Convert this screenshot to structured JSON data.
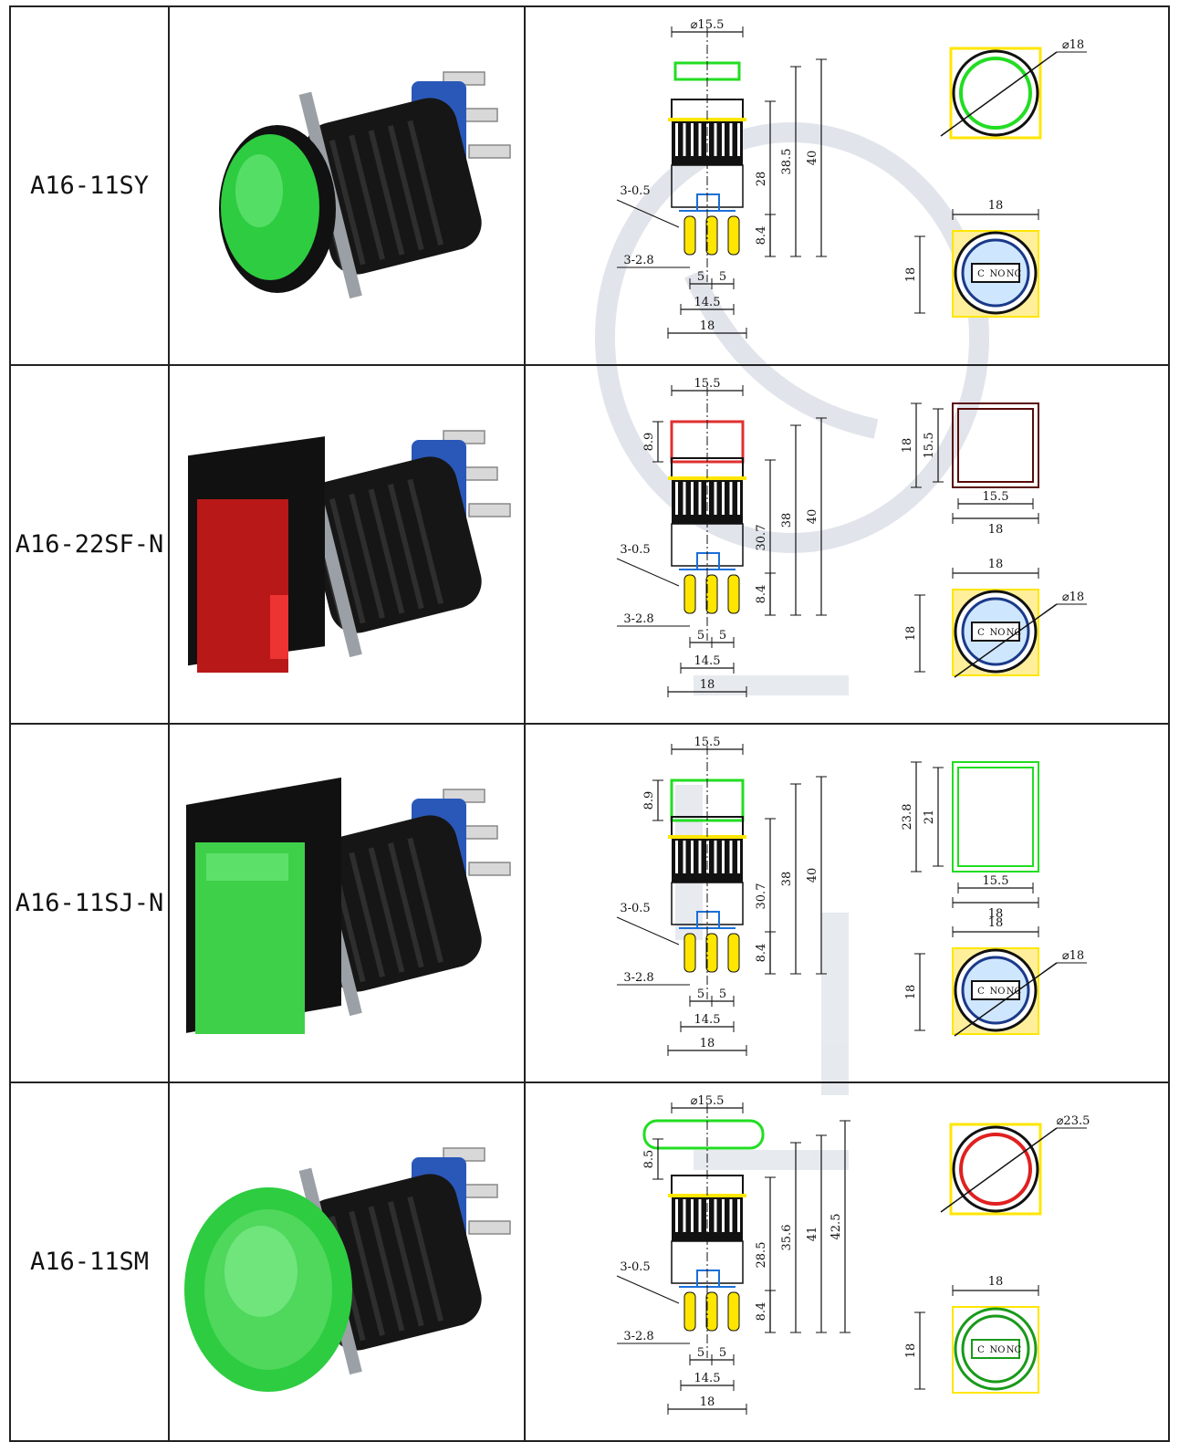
{
  "rows": [
    {
      "model": "A16-11SY",
      "photo": {
        "cap_shape": "round",
        "cap_color": "#2ecc40"
      },
      "drawing": {
        "cap_shape": "round",
        "cap_color": "#22dd22",
        "dims": {
          "top_width": "⌀15.5",
          "d1": "28",
          "d2": "38.5",
          "d3": "40",
          "pin_len": "8.4",
          "pin_label": "3-0.5",
          "pin_w": "3-2.8",
          "pitch_a": "5",
          "pitch_b": "5",
          "span": "14.5",
          "width": "18"
        },
        "top_view": {
          "diameter": "⌀18",
          "ring_color": "#22dd22"
        },
        "bottom_view": {
          "w": "18",
          "h": "18"
        },
        "markings": {
          "c": "C",
          "no": "NO",
          "nc": "NC"
        }
      }
    },
    {
      "model": "A16-22SF-N",
      "photo": {
        "cap_shape": "square",
        "cap_color": "#b81818"
      },
      "drawing": {
        "cap_shape": "square",
        "cap_color": "#e03030",
        "dims": {
          "top_width": "15.5",
          "cap_h": "8.9",
          "d1": "30.7",
          "d2": "38",
          "d3": "40",
          "pin_len": "8.4",
          "pin_label": "3-0.5",
          "pin_w": "3-2.8",
          "pitch_a": "5",
          "pitch_b": "5",
          "span": "14.5",
          "width": "18"
        },
        "top_view": {
          "outer_h": "18",
          "inner_h": "15.5",
          "inner_w": "15.5",
          "outer_w": "18",
          "color": "#5a0a0a"
        },
        "bottom_view": {
          "w": "18",
          "h": "18",
          "diameter": "⌀18"
        },
        "markings": {
          "c": "C",
          "no": "NO",
          "nc": "NC"
        }
      }
    },
    {
      "model": "A16-11SJ-N",
      "photo": {
        "cap_shape": "rect",
        "cap_color": "#3fd04a"
      },
      "drawing": {
        "cap_shape": "square",
        "cap_color": "#22dd22",
        "dims": {
          "top_width": "15.5",
          "cap_h": "8.9",
          "d1": "30.7",
          "d2": "38",
          "d3": "40",
          "pin_len": "8.4",
          "pin_label": "3-0.5",
          "pin_w": "3-2.8",
          "pitch_a": "5",
          "pitch_b": "5",
          "span": "14.5",
          "width": "18"
        },
        "top_view": {
          "outer_h": "23.8",
          "inner_h": "21",
          "inner_w": "15.5",
          "outer_w": "18",
          "color": "#22dd22"
        },
        "bottom_view": {
          "w": "18",
          "h": "18",
          "diameter": "⌀18"
        },
        "markings": {
          "c": "C",
          "no": "NO",
          "nc": "NC"
        }
      }
    },
    {
      "model": "A16-11SM",
      "photo": {
        "cap_shape": "mushroom",
        "cap_color": "#2ecc40"
      },
      "drawing": {
        "cap_shape": "mushroom",
        "cap_color": "#22dd22",
        "dims": {
          "top_width": "⌀15.5",
          "cap_h": "8.5",
          "d1": "28.5",
          "d2": "35.6",
          "d3": "41",
          "d4": "42.5",
          "pin_len": "8.4",
          "pin_label": "3-0.5",
          "pin_w": "3-2.8",
          "pitch_a": "5",
          "pitch_b": "5",
          "span": "14.5",
          "width": "18"
        },
        "top_view": {
          "diameter": "⌀23.5",
          "ring_color": "#e02020"
        },
        "bottom_view": {
          "h": "18",
          "w": "18",
          "color": "#1a9a1a"
        },
        "markings": {
          "c": "C",
          "no": "NO",
          "nc": "NC"
        }
      }
    }
  ],
  "colors": {
    "outline": "#111111",
    "dim_line": "#111111",
    "terminal_fill": "#ffe600",
    "contact_blue": "#1a6fd8",
    "watermark": "#c9d0db"
  }
}
